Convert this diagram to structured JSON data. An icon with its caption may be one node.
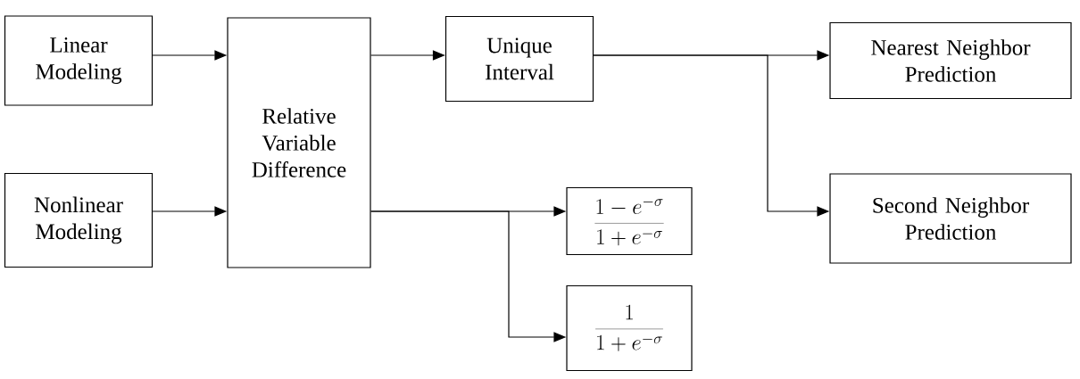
{
  "diagram": {
    "nodes": [
      {
        "text": [
          "Linear Modeling"
        ]
      },
      {
        "text": [
          "Nonlinear Modeling"
        ]
      },
      {
        "text": [
          "Relative Variable Difference"
        ]
      },
      {
        "text": [
          "Unique Interval"
        ]
      },
      {
        "text": [
          "\\frac{1-e^{-\\sigma}}{1+e^{-\\sigma}}"
        ]
      },
      {
        "text": [
          "\\frac{1}{1+e^{-\\sigma}}"
        ]
      },
      {
        "text": [
          "Nearest Neighbor Prediction"
        ]
      },
      {
        "text": [
          "Second Neighbor Prediction"
        ]
      }
    ],
    "edges": [
      {
        "from": 0,
        "to": 2,
        "arrow": "to"
      },
      {
        "from": 1,
        "to": 2,
        "arrow": "to"
      },
      {
        "from": 2,
        "to": 3,
        "arrow": "to"
      },
      {
        "from": 2,
        "to": 4,
        "arrow": "to"
      },
      {
        "from": 2,
        "to": 5,
        "arrow": "to"
      },
      {
        "from": 3,
        "to": 6,
        "arrow": "to"
      },
      {
        "from": 3,
        "to": 7,
        "arrow": "to"
      }
    ]
  }
}
